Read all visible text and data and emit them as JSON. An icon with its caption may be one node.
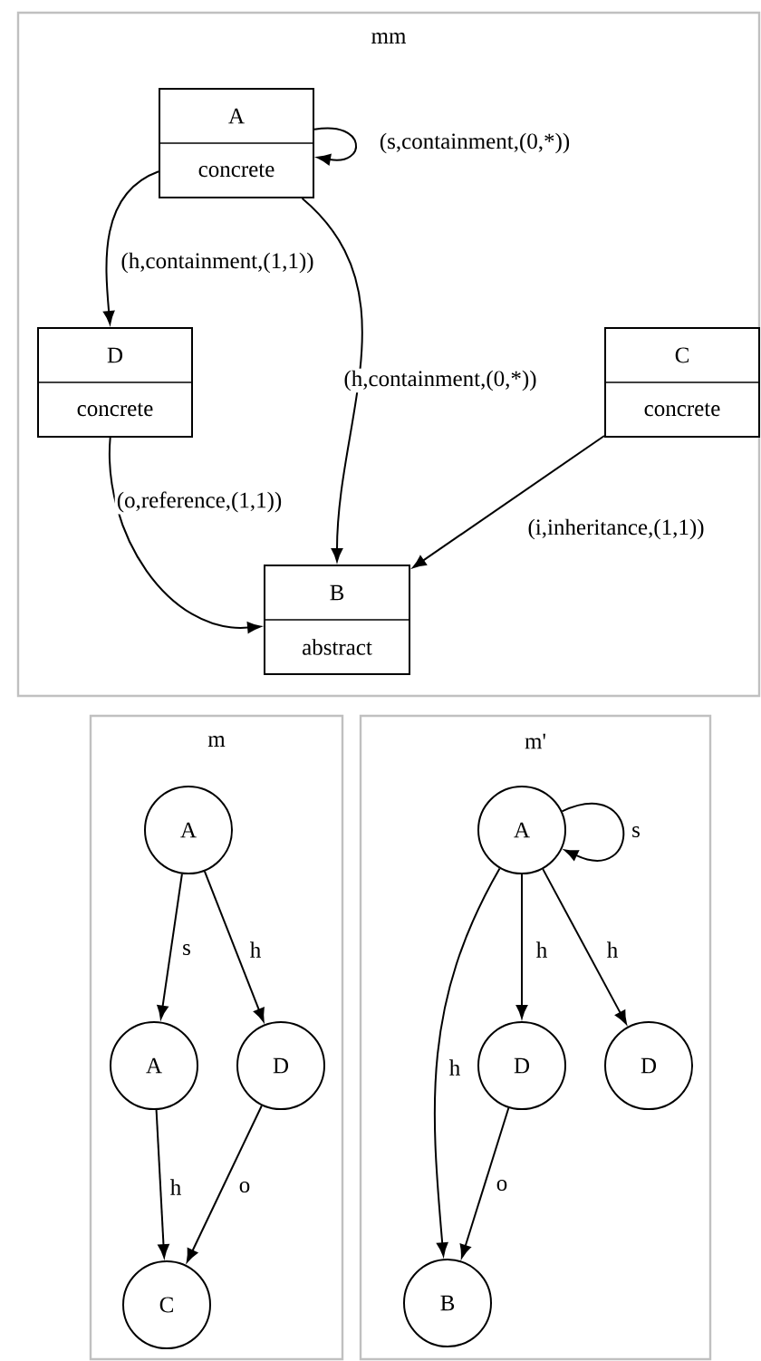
{
  "diagram": {
    "nodes": [
      {
        "text": [
          "mm"
        ]
      },
      {
        "text": [
          "A",
          "concrete"
        ],
        "in": 0
      },
      {
        "text": [
          "D",
          "concrete"
        ],
        "in": 0
      },
      {
        "text": [
          "C",
          "concrete"
        ],
        "in": 0
      },
      {
        "text": [
          "B",
          "abstract"
        ],
        "in": 0
      },
      {
        "text": [
          "m"
        ]
      },
      {
        "text": [
          "A"
        ],
        "in": 5
      },
      {
        "text": [
          "A"
        ],
        "in": 5
      },
      {
        "text": [
          "D"
        ],
        "in": 5
      },
      {
        "text": [
          "C"
        ],
        "in": 5
      },
      {
        "text": [
          "m'"
        ]
      },
      {
        "text": [
          "A"
        ],
        "in": 10
      },
      {
        "text": [
          "D"
        ],
        "in": 10
      },
      {
        "text": [
          "D"
        ],
        "in": 10
      },
      {
        "text": [
          "B"
        ],
        "in": 10
      }
    ],
    "edges": [
      {
        "from": 1,
        "to": 1,
        "arrow": "to",
        "label": "(s,containment,(0,*))"
      },
      {
        "from": 1,
        "to": 2,
        "arrow": "to",
        "label": "(h,containment,(1,1))"
      },
      {
        "from": 1,
        "to": 4,
        "arrow": "to",
        "label": "(h,containment,(0,*))"
      },
      {
        "from": 2,
        "to": 4,
        "arrow": "to",
        "label": "(o,reference,(1,1))"
      },
      {
        "from": 3,
        "to": 4,
        "arrow": "to",
        "label": "(i,inheritance,(1,1))"
      },
      {
        "from": 6,
        "to": 7,
        "arrow": "to",
        "label": "s"
      },
      {
        "from": 6,
        "to": 8,
        "arrow": "to",
        "label": "h"
      },
      {
        "from": 7,
        "to": 9,
        "arrow": "to",
        "label": "h"
      },
      {
        "from": 8,
        "to": 9,
        "arrow": "to",
        "label": "o"
      },
      {
        "from": 11,
        "to": 11,
        "arrow": "to",
        "label": "s"
      },
      {
        "from": 11,
        "to": 12,
        "arrow": "to",
        "label": "h"
      },
      {
        "from": 11,
        "to": 13,
        "arrow": "to",
        "label": "h"
      },
      {
        "from": 11,
        "to": 14,
        "arrow": "to",
        "label": "h"
      },
      {
        "from": 12,
        "to": 14,
        "arrow": "to",
        "label": "o"
      }
    ]
  }
}
